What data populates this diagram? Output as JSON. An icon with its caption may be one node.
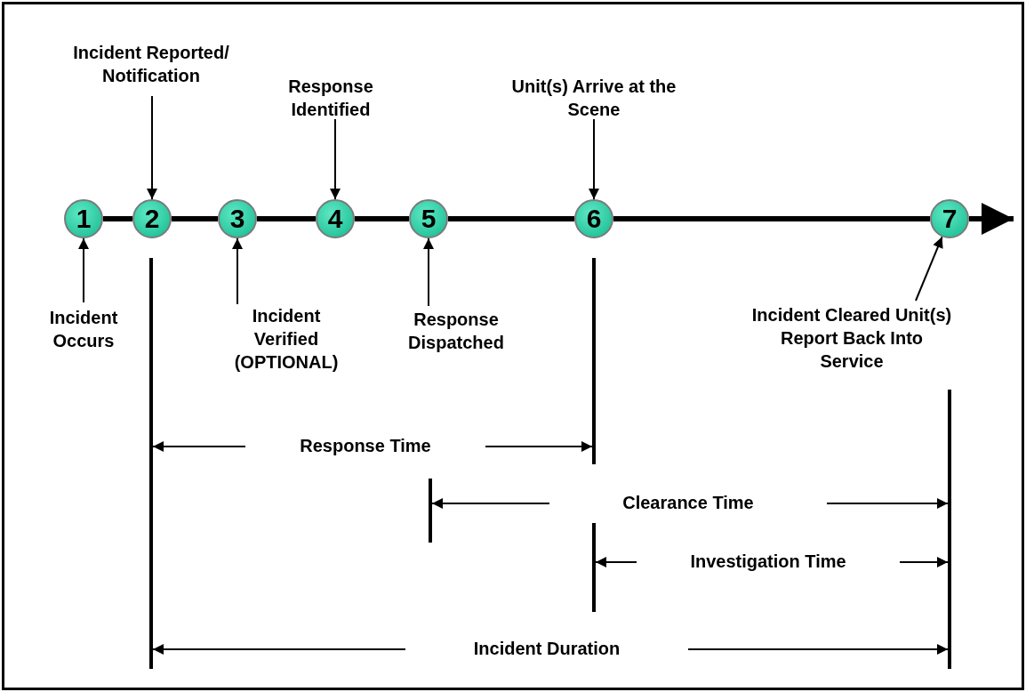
{
  "diagram": {
    "nodes": [
      {
        "text": [
          "Incident Reported/ Notification"
        ]
      },
      {
        "text": [
          "Response Identified"
        ]
      },
      {
        "text": [
          "Unit(s) Arrive at the Scene"
        ]
      },
      {
        "text": [
          "1"
        ]
      },
      {
        "text": [
          "2"
        ]
      },
      {
        "text": [
          "3"
        ]
      },
      {
        "text": [
          "4"
        ]
      },
      {
        "text": [
          "5"
        ]
      },
      {
        "text": [
          "6"
        ]
      },
      {
        "text": [
          "7"
        ]
      },
      {
        "text": [
          "Incident Occurs"
        ]
      },
      {
        "text": [
          "Incident Verified (OPTIONAL)"
        ]
      },
      {
        "text": [
          "Response Dispatched"
        ]
      },
      {
        "text": [
          "Incident Cleared Unit(s) Report Back Into Service"
        ]
      }
    ],
    "edges": [
      {
        "from": 3,
        "to": 4,
        "arrow": "none",
        "style": "thick"
      },
      {
        "from": 4,
        "to": 5,
        "arrow": "none",
        "style": "thick"
      },
      {
        "from": 5,
        "to": 6,
        "arrow": "none",
        "style": "thick"
      },
      {
        "from": 6,
        "to": 7,
        "arrow": "none",
        "style": "thick"
      },
      {
        "from": 7,
        "to": 8,
        "arrow": "none",
        "style": "thick"
      },
      {
        "from": 8,
        "to": 9,
        "arrow": "none",
        "style": "thick"
      },
      {
        "from": 9,
        "to": null,
        "arrow": "to",
        "style": "thick"
      },
      {
        "from": 0,
        "to": 4,
        "arrow": "to"
      },
      {
        "from": 1,
        "to": 6,
        "arrow": "to"
      },
      {
        "from": 2,
        "to": 8,
        "arrow": "to"
      },
      {
        "from": 10,
        "to": 3,
        "arrow": "to"
      },
      {
        "from": 11,
        "to": 5,
        "arrow": "to"
      },
      {
        "from": 12,
        "to": 7,
        "arrow": "to"
      },
      {
        "from": 13,
        "to": 9,
        "arrow": "to"
      }
    ],
    "labels": [
      "Response Time",
      "Clearance Time",
      "Investigation Time",
      "Incident Duration"
    ]
  }
}
